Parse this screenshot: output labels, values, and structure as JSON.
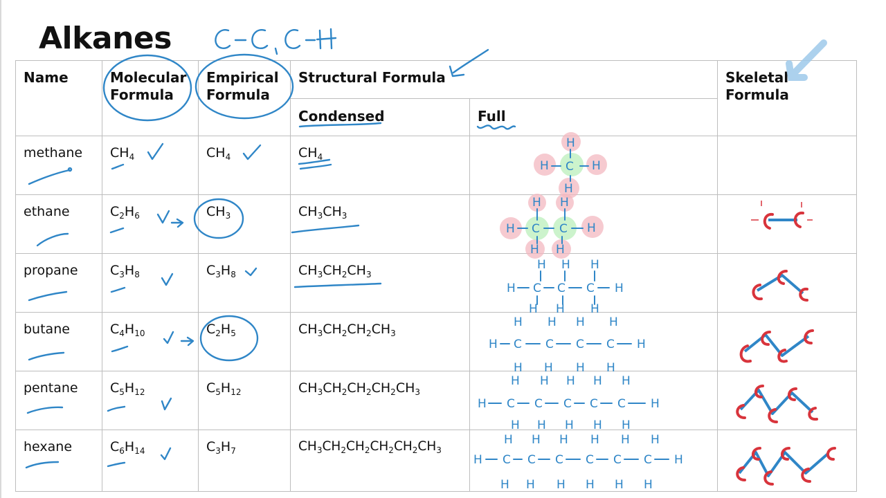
{
  "title": "Alkanes",
  "annotation_top": "C-C, C-H",
  "headers": {
    "name": "Name",
    "molecular": "Molecular Formula",
    "empirical": "Empirical Formula",
    "structural": "Structural Formula",
    "condensed": "Condensed",
    "full": "Full",
    "skeletal": "Skeletal Formula"
  },
  "rows": [
    {
      "name": "methane",
      "mol_c": "4",
      "mol_c_label": "CH",
      "mol": [
        "CH",
        "4"
      ],
      "emp": [
        "CH",
        "4"
      ],
      "cond": "CH4"
    },
    {
      "name": "ethane",
      "mol": [
        "C",
        "2",
        "H",
        "6"
      ],
      "emp": [
        "CH",
        "3"
      ],
      "cond": "CH3CH3"
    },
    {
      "name": "propane",
      "mol": [
        "C",
        "3",
        "H",
        "8"
      ],
      "emp": [
        "C",
        "3",
        "H",
        "8"
      ],
      "cond": "CH3CH2CH3"
    },
    {
      "name": "butane",
      "mol": [
        "C",
        "4",
        "H",
        "10"
      ],
      "emp": [
        "C",
        "2",
        "H",
        "5"
      ],
      "cond": "CH3CH2CH2CH3"
    },
    {
      "name": "pentane",
      "mol": [
        "C",
        "5",
        "H",
        "12"
      ],
      "emp": [
        "C",
        "5",
        "H",
        "12"
      ],
      "cond": "CH3CH2CH2CH2CH3"
    },
    {
      "name": "hexane",
      "mol": [
        "C",
        "6",
        "H",
        "14"
      ],
      "emp": [
        "C",
        "3",
        "H",
        "7"
      ],
      "cond": "CH3CH2CH2CH2CH2CH3"
    }
  ],
  "colors": {
    "ink_blue": "#2f86c7",
    "ink_red": "#d8343c",
    "highlight_pink": "#f3b8c0",
    "highlight_green": "#bff0bf",
    "grid": "#bdbdbd"
  }
}
